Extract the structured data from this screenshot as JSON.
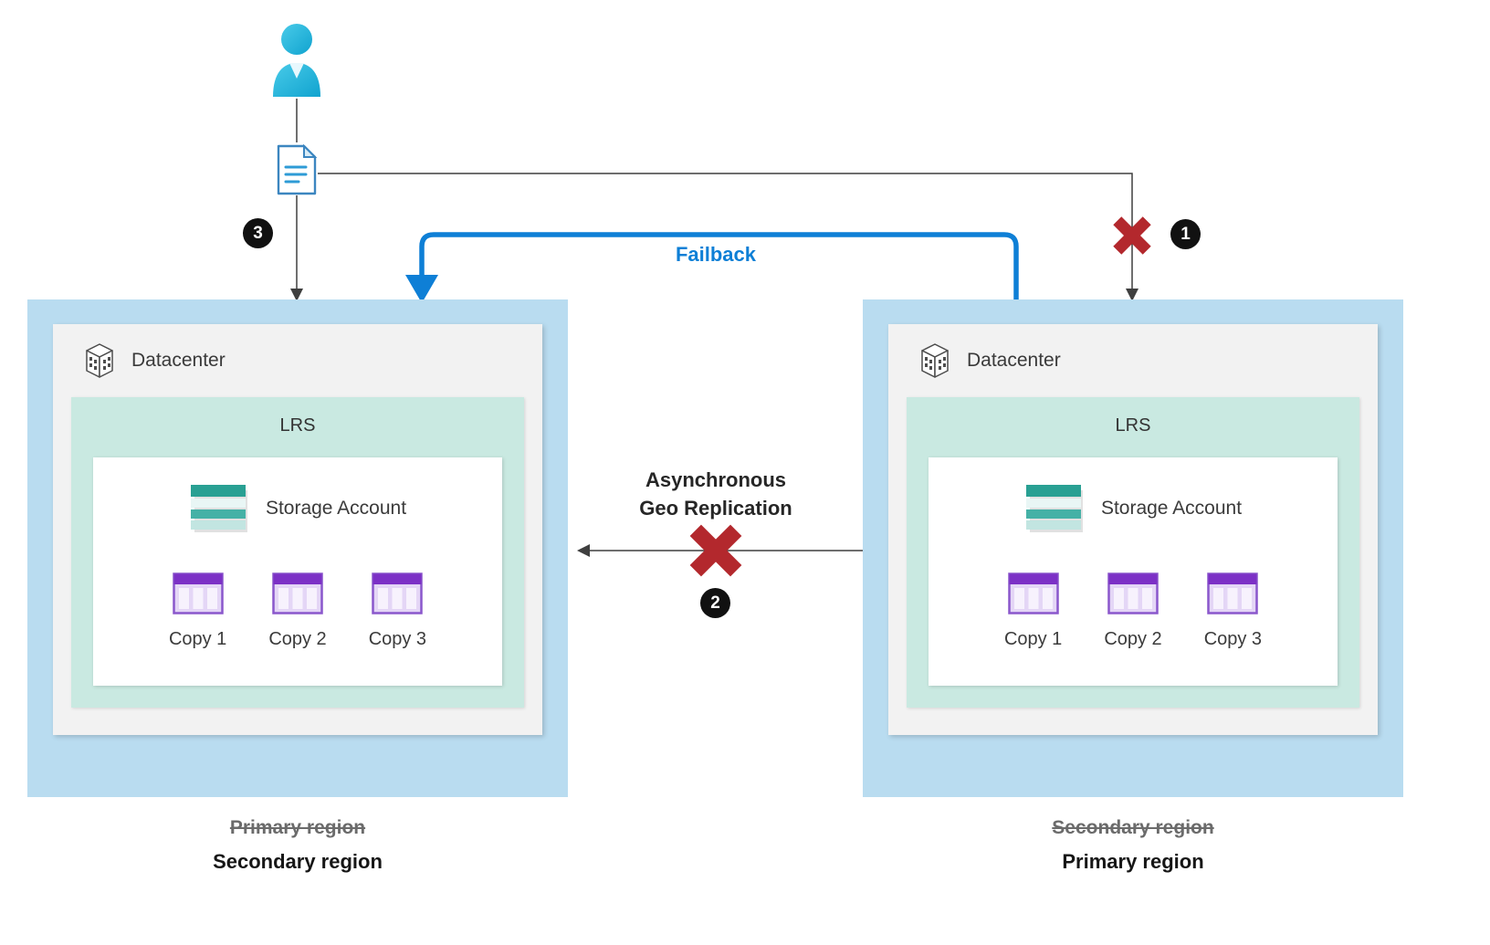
{
  "annotations": {
    "failback": "Failback",
    "geo_line1": "Asynchronous",
    "geo_line2": "Geo Replication",
    "step1": "1",
    "step2": "2",
    "step3": "3"
  },
  "regions": {
    "left": {
      "datacenter": "Datacenter",
      "lrs": "LRS",
      "storage_account": "Storage Account",
      "copies": [
        "Copy 1",
        "Copy 2",
        "Copy 3"
      ],
      "former_label": "Primary region",
      "current_label": "Secondary region"
    },
    "right": {
      "datacenter": "Datacenter",
      "lrs": "LRS",
      "storage_account": "Storage Account",
      "copies": [
        "Copy 1",
        "Copy 2",
        "Copy 3"
      ],
      "former_label": "Secondary region",
      "current_label": "Primary region"
    }
  },
  "icons": {
    "user": "user-icon",
    "document": "document-icon",
    "datacenter": "building-icon",
    "storage_account": "storage-table-icon",
    "copy": "table-copy-icon",
    "failure": "red-x-icon"
  },
  "colors": {
    "region_fill": "#b9dcf0",
    "datacenter_fill": "#f2f2f2",
    "lrs_fill": "#c9e9e1",
    "failback_blue": "#0e7fd6",
    "error_red": "#b3282d",
    "badge_black": "#111111"
  }
}
